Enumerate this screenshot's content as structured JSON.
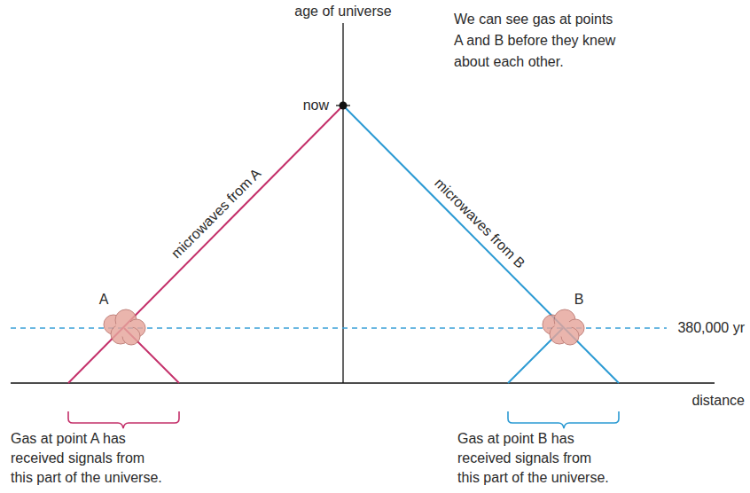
{
  "diagram": {
    "labels": [
      "age of universe",
      "now",
      "We can see gas at points A and B before they knew about each other.",
      "microwaves from A",
      "microwaves from B",
      "A",
      "B",
      "380,000 yr",
      "distance",
      "Gas at point A has received signals from this part of the universe.",
      "Gas at point B has received signals from this part of the universe."
    ]
  }
}
